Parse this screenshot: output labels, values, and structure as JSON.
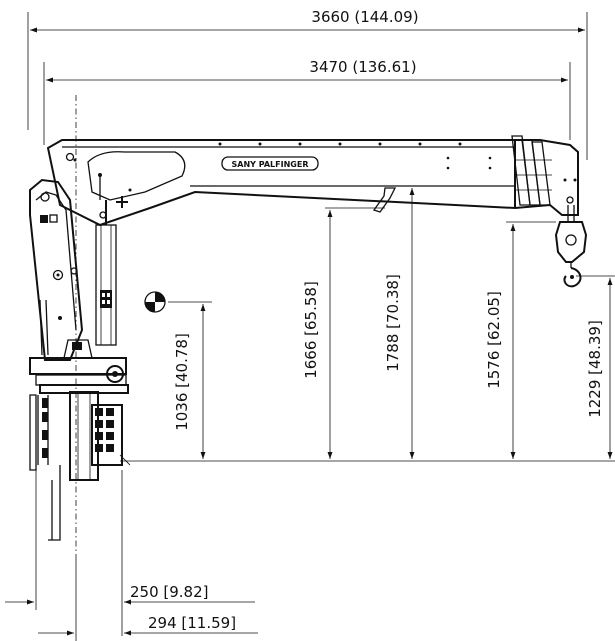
{
  "dimensions": {
    "overall_length": "3660 (144.09)",
    "boom_length": "3470 (136.61)",
    "cog_height": "1036   [40.78]",
    "boom_height_a": "1666   [65.58]",
    "boom_height_b": "1788   [70.38]",
    "hook_height_top": "1576   [62.05]",
    "hook_height": "1229   [48.39]",
    "base_offset_a": "250   [9.82]",
    "base_offset_b": "294   [11.59]"
  },
  "boom_logo": "SANY PALFINGER",
  "colors": {
    "line": "#111111",
    "background": "#ffffff"
  }
}
